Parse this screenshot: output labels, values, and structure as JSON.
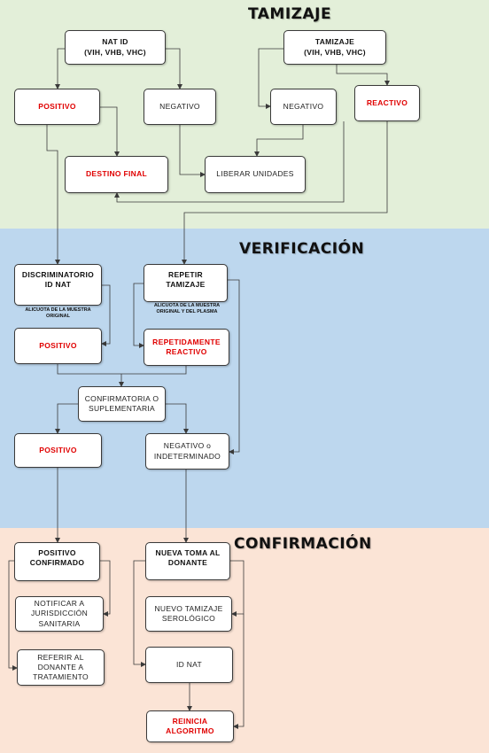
{
  "sections": {
    "tamizaje": {
      "title": "TAMIZAJE",
      "color": "#e3efd9"
    },
    "verificacion": {
      "title": "VERIFICACIÓN",
      "color": "#bdd7ee"
    },
    "confirmacion": {
      "title": "CONFIRMACIÓN",
      "color": "#fbe4d6"
    }
  },
  "nodes": {
    "nat_id": "NAT ID\n(VIH, VHB, VHC)",
    "tamizaje": "TAMIZAJE\n(VIH, VHB, VHC)",
    "positivo_1": "POSITIVO",
    "negativo_1": "NEGATIVO",
    "negativo_2": "NEGATIVO",
    "reactivo": "REACTIVO",
    "destino_final": "DESTINO FINAL",
    "liberar_unidades": "LIBERAR UNIDADES",
    "discriminatorio": "DISCRIMINATORIO\nID NAT",
    "repetir_tamizaje": "REPETIR\nTAMIZAJE",
    "positivo_2": "POSITIVO",
    "repetidamente_reactivo": "REPETIDAMENTE\nREACTIVO",
    "confirmatoria": "CONFIRMATORIA O\nSUPLEMENTARIA",
    "positivo_3": "POSITIVO",
    "negativo_indeterminado": "NEGATIVO o\nINDETERMINADO",
    "positivo_confirmado": "POSITIVO\nCONFIRMADO",
    "nueva_toma": "NUEVA TOMA AL\nDONANTE",
    "notificar": "NOTIFICAR A\nJURISDICCIÓN\nSANITARIA",
    "nuevo_tamizaje": "NUEVO TAMIZAJE\nSEROLÓGICO",
    "referir": "REFERIR AL\nDONANTE A\nTRATAMIENTO",
    "id_nat": "ID NAT",
    "reinicia": "REINICIA\nALGORITMO"
  },
  "notes": {
    "alicuota_muestra": "ALICUOTA DE LA MUESTRA\nORIGINAL",
    "alicuota_plasma": "ALICUOTA DE LA MUESTRA\nORIGINAL Y DEL PLASMA"
  },
  "colors": {
    "line": "#3a3a3a",
    "red_text": "#e00000"
  }
}
